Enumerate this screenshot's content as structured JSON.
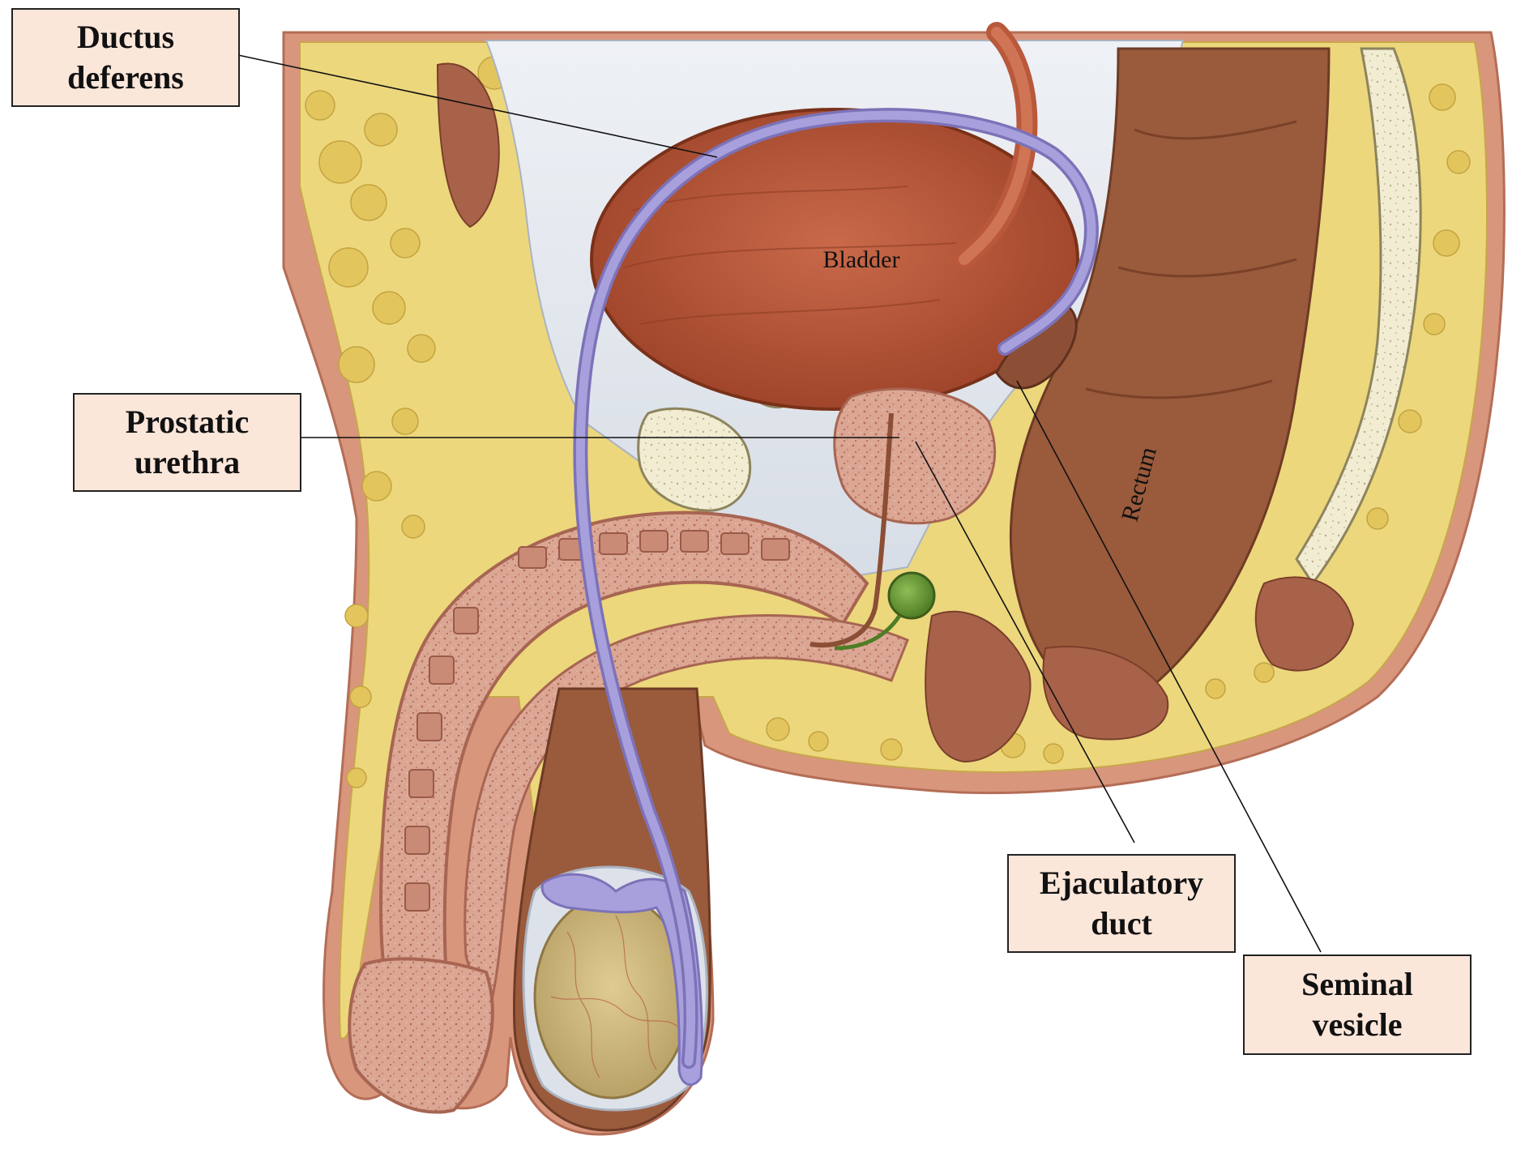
{
  "labels": {
    "ductus_deferens": [
      "Ductus",
      "deferens"
    ],
    "prostatic_urethra": [
      "Prostatic",
      "urethra"
    ],
    "ejaculatory_duct": [
      "Ejaculatory",
      "duct"
    ],
    "seminal_vesicle": [
      "Seminal",
      "vesicle"
    ]
  },
  "organs": {
    "bladder": "Bladder",
    "rectum": "Rectum"
  },
  "colors": {
    "skin": "#d8967d",
    "fat": "#ecd77c",
    "fascia": "#dde2ea",
    "bladder": "#b9583a",
    "rectum": "#9a5a3c",
    "muscle": "#a8624a",
    "erectile": "#dba794",
    "ductus": "#a8a0dc",
    "testis": "#cdb77c",
    "bulbourethral_gland": "#6f9e3a",
    "callout_fill": "#fbe6da"
  }
}
